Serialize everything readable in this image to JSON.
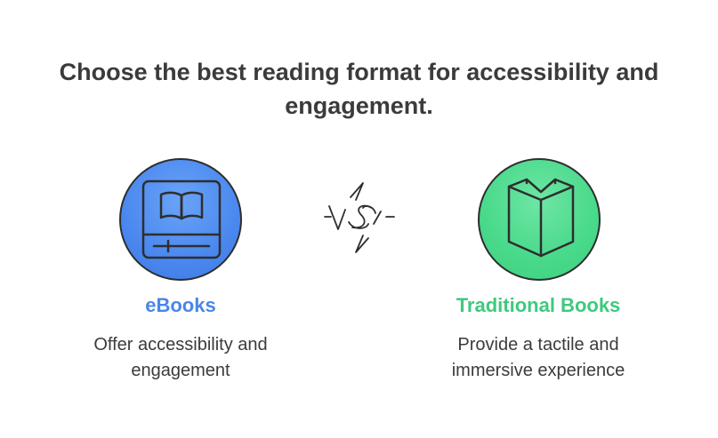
{
  "title": "Choose the best reading format for accessibility and engagement.",
  "vs_label": "VS",
  "options": [
    {
      "name": "eBooks",
      "description_line1": "Offer accessibility and",
      "description_line2": "engagement",
      "icon": "ebook-reader-icon",
      "color": "#4a86e8"
    },
    {
      "name": "Traditional Books",
      "description_line1": "Provide a tactile and",
      "description_line2": "immersive experience",
      "icon": "open-book-icon",
      "color": "#3fc97d"
    }
  ]
}
